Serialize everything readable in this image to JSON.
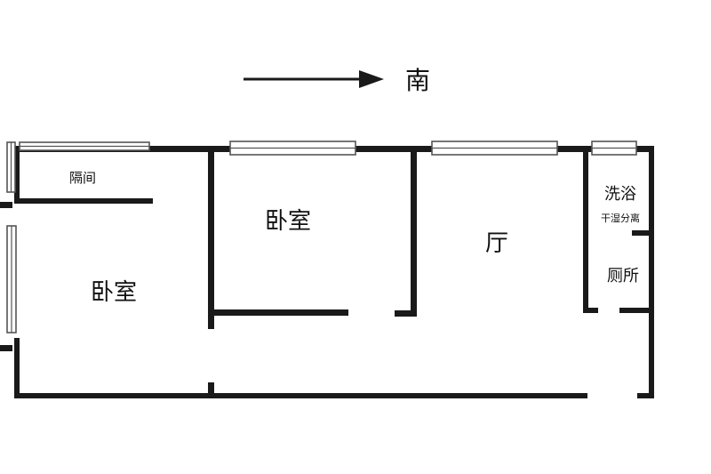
{
  "compass": {
    "direction_label": "南"
  },
  "rooms": {
    "partition": "隔间",
    "bedroom_left": "卧室",
    "bedroom_middle": "卧室",
    "living_room": "厅",
    "bath": "洗浴",
    "wet_dry_separation": "干湿分离",
    "toilet": "厕所"
  },
  "colors": {
    "wall": "#1a1a1a",
    "window_stroke": "#555555",
    "background": "#ffffff"
  }
}
